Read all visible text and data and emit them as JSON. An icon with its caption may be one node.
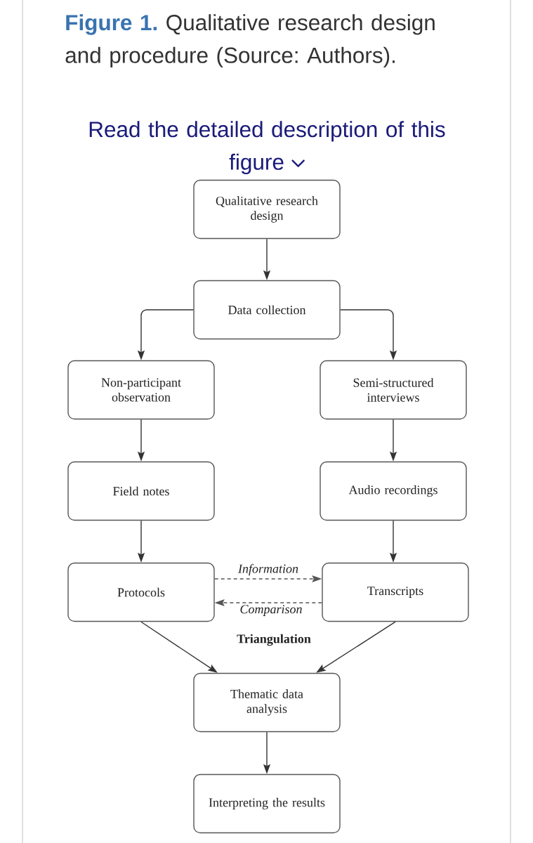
{
  "diagram": {
    "caption": "**Figure 1.** Qualitative research design and procedure (Source: Authors).",
    "nodes": [
      {
        "text": [
          "Qualitative research design"
        ]
      },
      {
        "text": [
          "Data collection"
        ]
      },
      {
        "text": [
          "Non-participant observation"
        ]
      },
      {
        "text": [
          "Semi-structured interviews"
        ]
      },
      {
        "text": [
          "Field notes"
        ]
      },
      {
        "text": [
          "Audio recordings"
        ]
      },
      {
        "text": [
          "Protocols"
        ]
      },
      {
        "text": [
          "Transcripts"
        ]
      },
      {
        "text": [
          "Thematic data analysis"
        ]
      },
      {
        "text": [
          "Interpreting the results"
        ]
      }
    ],
    "edges": [
      {
        "from": 0,
        "to": 1,
        "arrow": "to"
      },
      {
        "from": 1,
        "to": 2,
        "arrow": "to"
      },
      {
        "from": 1,
        "to": 3,
        "arrow": "to"
      },
      {
        "from": 2,
        "to": 4,
        "arrow": "to"
      },
      {
        "from": 3,
        "to": 5,
        "arrow": "to"
      },
      {
        "from": 4,
        "to": 6,
        "arrow": "to"
      },
      {
        "from": 5,
        "to": 7,
        "arrow": "to"
      },
      {
        "from": 6,
        "to": 7,
        "arrow": "to",
        "label": "Information",
        "style": "dashed"
      },
      {
        "from": 7,
        "to": 6,
        "arrow": "to",
        "label": "Comparison",
        "style": "dashed"
      },
      {
        "from": 6,
        "to": 8,
        "arrow": "to"
      },
      {
        "from": 7,
        "to": 8,
        "arrow": "to"
      },
      {
        "from": 8,
        "to": 9,
        "arrow": "to"
      }
    ],
    "labels": [
      "Read the detailed description of this figure",
      "Triangulation"
    ]
  }
}
